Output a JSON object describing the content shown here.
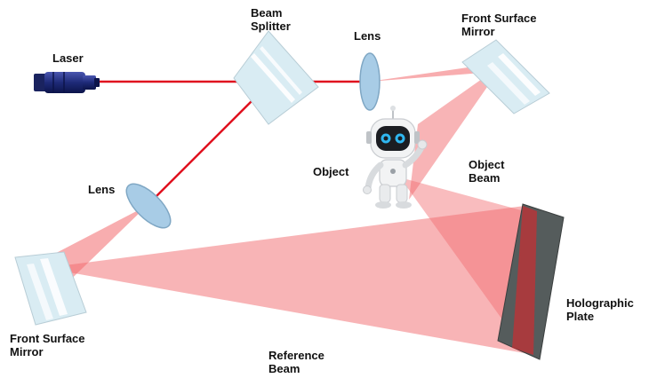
{
  "labels": {
    "laser": "Laser",
    "beam_splitter": "Beam\nSplitter",
    "lens_top": "Lens",
    "front_surface_mirror_top": "Front Surface\nMirror",
    "object": "Object",
    "object_beam": "Object\nBeam",
    "lens_bottom": "Lens",
    "front_surface_mirror_bottom": "Front Surface\nMirror",
    "reference_beam": "Reference\nBeam",
    "holographic_plate": "Holographic\nPlate"
  },
  "colors": {
    "laser_line": "#e0101e",
    "beam_fill": "#f26a6e",
    "optic_glass": "#d9ecf3",
    "lens_fill": "#a8cce6",
    "laser_body": "#1e2a78",
    "plate": "#555c5c"
  }
}
